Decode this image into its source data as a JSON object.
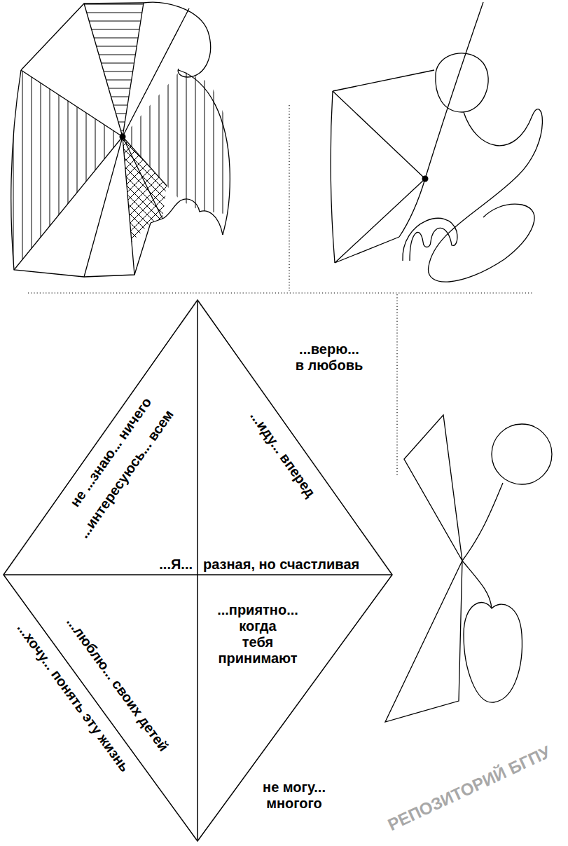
{
  "diagram": {
    "nodes": [
      {
        "text": [
          "не ...знаю... ничего",
          "...интересуюсь... всем",
          "...верю... в любовь",
          "...иду... вперед",
          "...Я...",
          "разная, но счастливая",
          "...приятно... когда тебя принимают",
          "...люблю... своих детей",
          "...хочу... понять эту жизнь",
          "не могу... многого"
        ]
      }
    ],
    "labels": [
      "РЕПОЗИТОРИЙ БГПУ"
    ]
  }
}
